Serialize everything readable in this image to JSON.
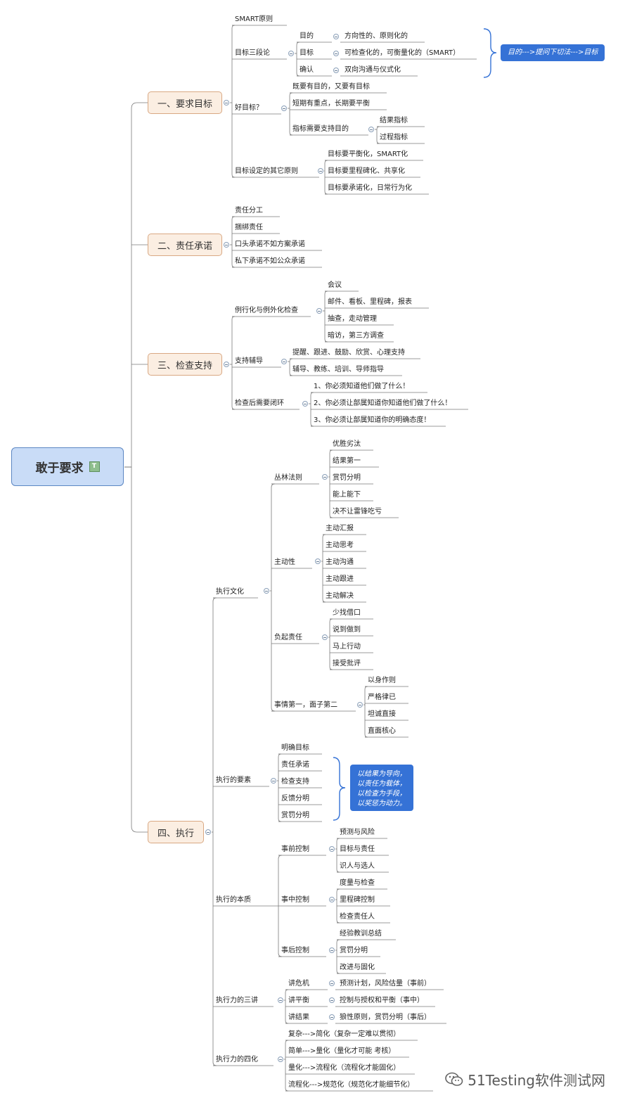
{
  "root": {
    "label": "敢于要求",
    "icon": "note-icon",
    "icon_text": "T"
  },
  "branches": {
    "b1": {
      "label": "一、要求目标"
    },
    "b2": {
      "label": "二、责任承诺"
    },
    "b3": {
      "label": "三、检查支持"
    },
    "b4": {
      "label": "四、执行"
    }
  },
  "b1": {
    "smart": "SMART原则",
    "three_steps": "目标三段论",
    "purpose": "目的",
    "purpose_desc": "方向性的、原则化的",
    "goal": "目标",
    "goal_desc": "可检查化的，可衡量化的（SMART）",
    "confirm": "确认",
    "confirm_desc": "双向沟通与仪式化",
    "callout": "目的--->提问下切法--->目标",
    "good_goal": "好目标？",
    "good_1": "既要有目的，又要有目标",
    "good_2": "短期有重点，长期要平衡",
    "good_3": "指标需要支持目的",
    "result_index": "结果指标",
    "process_index": "过程指标",
    "other": "目标设定的其它原则",
    "other_1": "目标要平衡化，SMART化",
    "other_2": "目标要里程碑化、共享化",
    "other_3": "目标要承诺化，日常行为化"
  },
  "b2": {
    "i1": "责任分工",
    "i2": "捆绑责任",
    "i3": "口头承诺不如方案承诺",
    "i4": "私下承诺不如公众承诺"
  },
  "b3": {
    "routine": "例行化与例外化检查",
    "r1": "会议",
    "r2": "邮件、看板、里程碑，报表",
    "r3": "抽查，走动管理",
    "r4": "暗访，第三方调查",
    "support": "支持辅导",
    "s1": "提醒、跟进、鼓励、欣赏、心理支持",
    "s2": "辅导、教练、培训、导师指导",
    "close": "检查后需要闭环",
    "c1": "1、你必须知道他们做了什么！",
    "c2": "2、你必须让部属知道你知道他们做了什么！",
    "c3": "3、你必须让部属知道你的明确态度！"
  },
  "b4": {
    "culture": "执行文化",
    "jungle": "丛林法则",
    "j1": "优胜劣汰",
    "j2": "结果第一",
    "j3": "赏罚分明",
    "j4": "能上能下",
    "j5": "决不让雷锋吃亏",
    "initiative": "主动性",
    "a1": "主动汇报",
    "a2": "主动思考",
    "a3": "主动沟通",
    "a4": "主动跟进",
    "a5": "主动解决",
    "responsibility": "负起责任",
    "res1": "少找借口",
    "res2": "说到做到",
    "res3": "马上行动",
    "res4": "接受批评",
    "face": "事情第一，面子第二",
    "f1": "以身作则",
    "f2": "严格律已",
    "f3": "坦诚直接",
    "f4": "直面核心",
    "elements": "执行的要素",
    "e1": "明确目标",
    "e2": "责任承诺",
    "e3": "检查支持",
    "e4": "反馈分明",
    "e5": "赏罚分明",
    "elements_callout": [
      "以结果为导向，",
      "以责任为载体，",
      "以检查为手段，",
      "以奖惩为动力。"
    ],
    "essence": "执行的本质",
    "pre": "事前控制",
    "pre1": "预测与风险",
    "pre2": "目标与责任",
    "pre3": "识人与选人",
    "mid": "事中控制",
    "mid1": "度量与检查",
    "mid2": "里程碑控制",
    "mid3": "检查责任人",
    "post": "事后控制",
    "post1": "经验教训总结",
    "post2": "赏罚分明",
    "post3": "改进与固化",
    "three_talks": "执行力的三讲",
    "crisis": "讲危机",
    "crisis_desc": "预测计划，风险估量（事前）",
    "balance": "讲平衡",
    "balance_desc": "控制与授权和平衡（事中）",
    "result": "讲结果",
    "result_desc": "狼性原则，赏罚分明（事后）",
    "four": "执行力的四化",
    "four1": "复杂--->简化（复杂一定难以贯彻）",
    "four2": "简单--->量化（量化才可能 考核）",
    "four3": "量化--->流程化（流程化才能固化）",
    "four4": "流程化--->规范化（规范化才能细节化）"
  },
  "watermark": {
    "text": "51Testing软件测试网",
    "icon": "wechat-icon"
  },
  "colors": {
    "callout": "#3572d6",
    "main_fill": "#fbeee2",
    "root_fill": "#c9dcf7",
    "line": "#7a7a7a"
  }
}
